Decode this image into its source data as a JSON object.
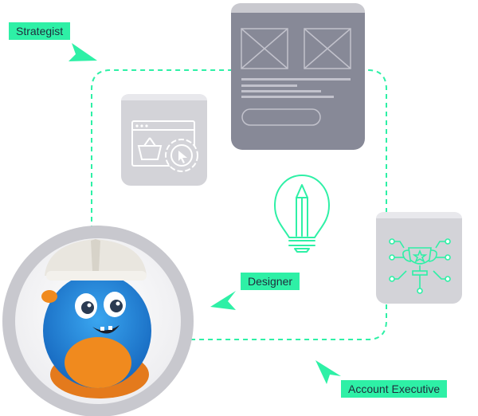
{
  "labels": {
    "strategist": "Strategist",
    "designer": "Designer",
    "account_executive": "Account Executive"
  },
  "colors": {
    "accent": "#2ef0a6",
    "card_dark": "#8a8c99",
    "card_light": "#d1d1d6",
    "ring": "#c8c8ce"
  },
  "icons": [
    "wireframe-card-icon",
    "shopping-basket-settings-icon",
    "lightbulb-pencil-icon",
    "trophy-circuit-icon",
    "monster-mascot-avatar"
  ]
}
